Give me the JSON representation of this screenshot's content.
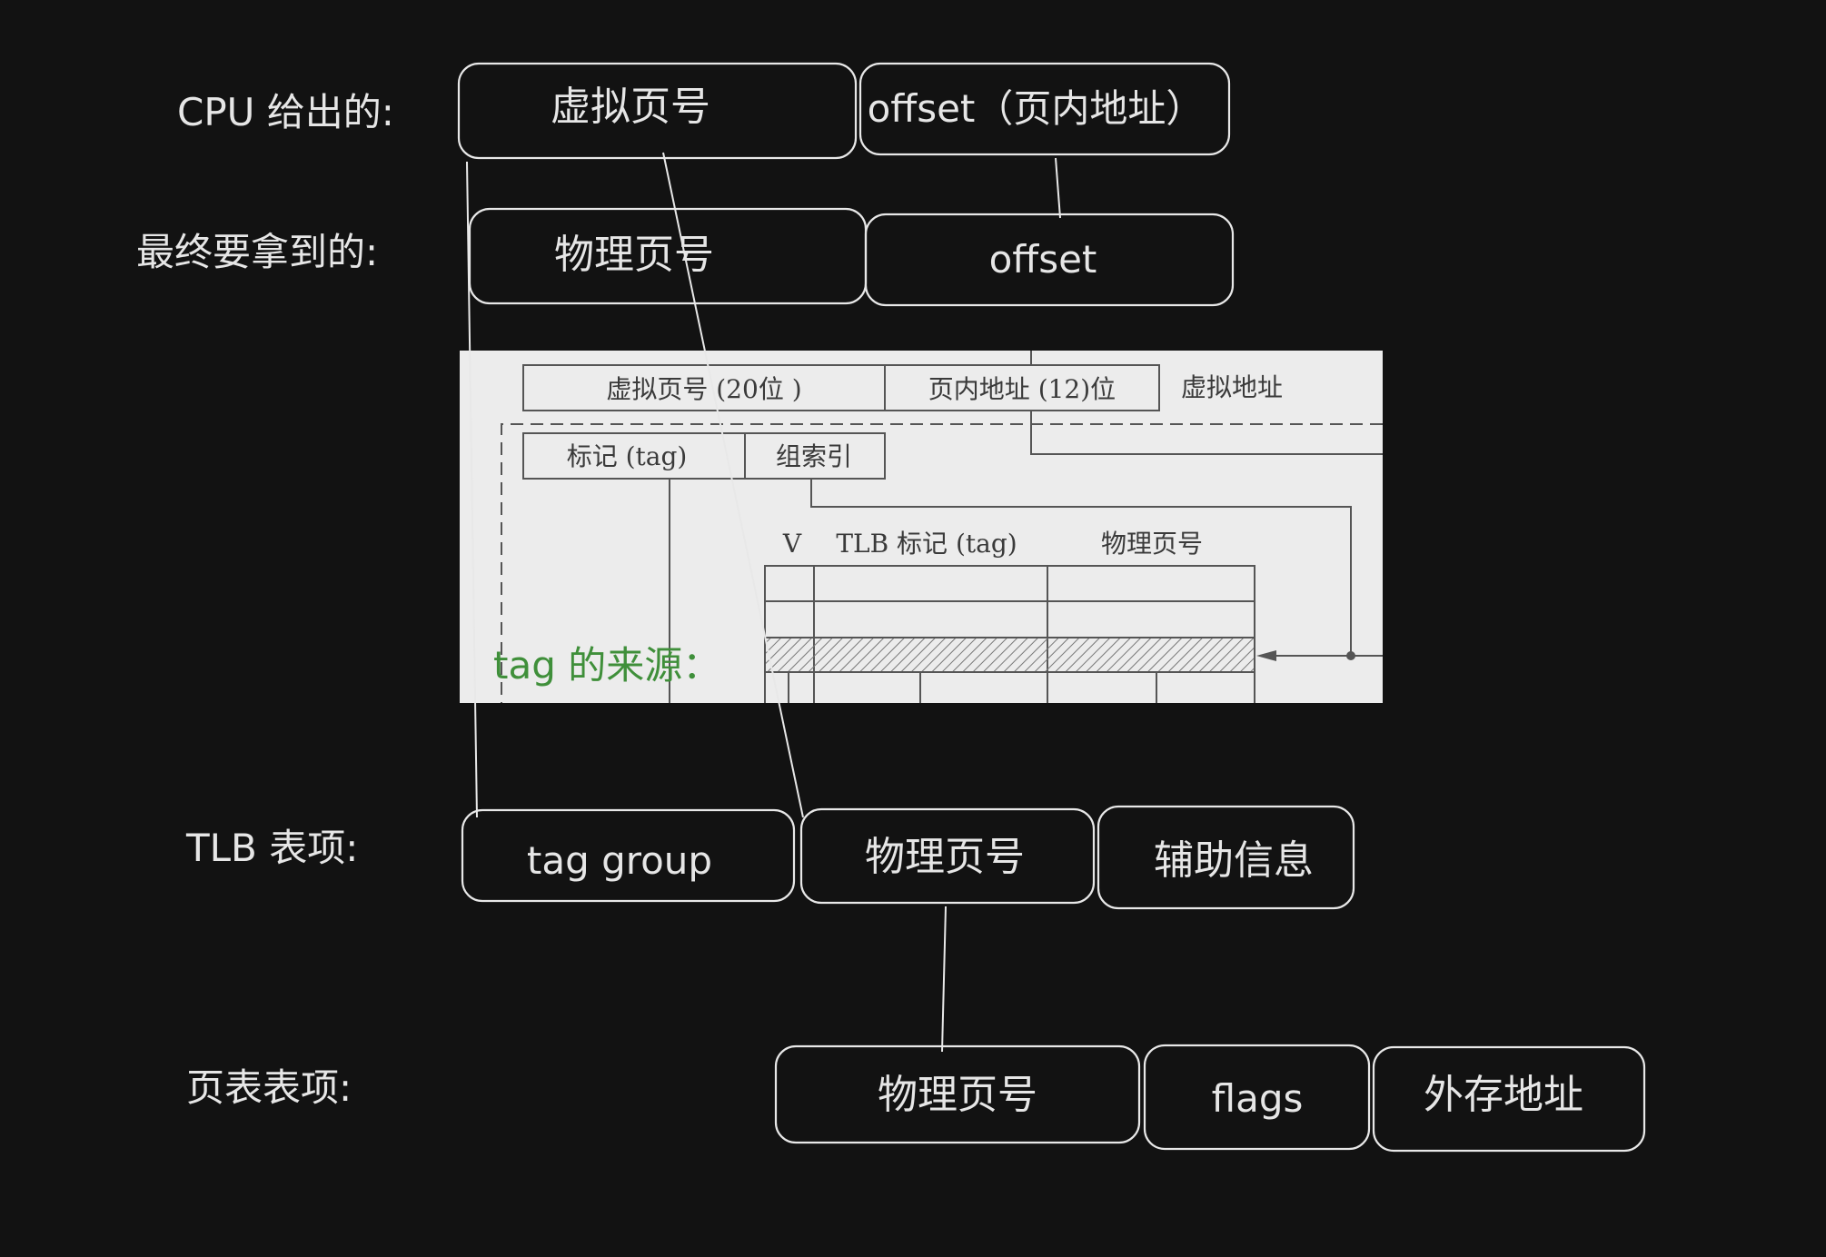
{
  "rows": {
    "cpu_label": "CPU 给出的:",
    "final_label": "最终要拿到的:",
    "tlb_label": "TLB 表项:",
    "pte_label": "页表表项:"
  },
  "cpu": {
    "vpn": "虚拟页号",
    "offset": "offset（页内地址）"
  },
  "final": {
    "ppn": "物理页号",
    "offset": "offset"
  },
  "tlb": {
    "tag_group": "tag group",
    "ppn": "物理页号",
    "aux": "辅助信息"
  },
  "pte": {
    "ppn": "物理页号",
    "flags": "flags",
    "swap_addr": "外存地址"
  },
  "figure": {
    "vpn_field": "虚拟页号 (20位 )",
    "offset_field": "页内地址 (12)位",
    "vaddr_label": "虚拟地址",
    "tag_field": "标记 (tag)",
    "index_field": "组索引",
    "col_v": "V",
    "col_tag": "TLB 标记 (tag)",
    "col_ppn": "物理页号",
    "annotation": "tag 的来源：",
    "annotation_color": "#3f8f3a"
  }
}
